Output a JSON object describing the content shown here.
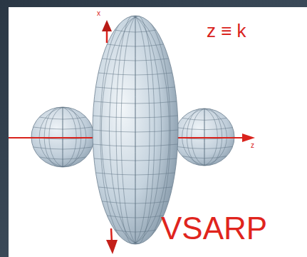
{
  "diagram": {
    "labels": [
      "x",
      "z",
      "z ≡ k",
      "VSARP"
    ]
  }
}
